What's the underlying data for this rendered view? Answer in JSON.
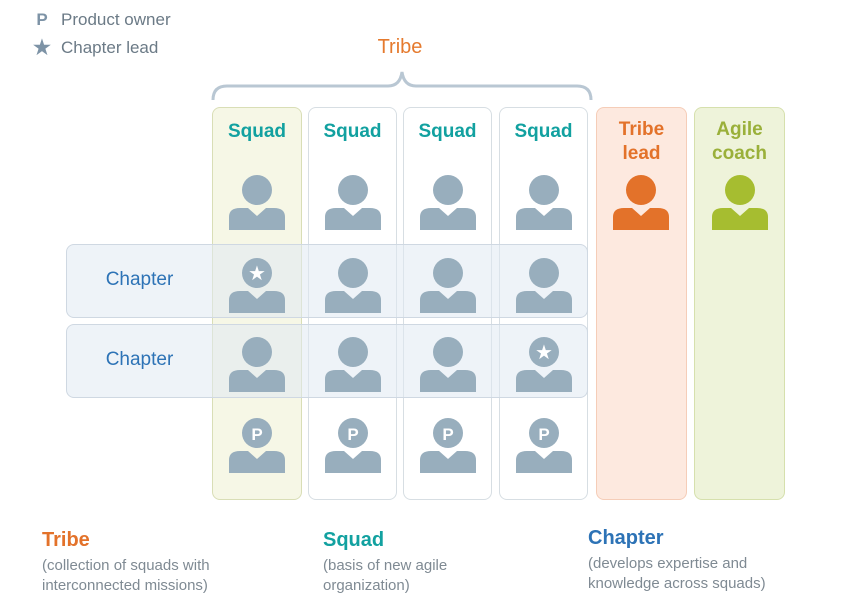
{
  "legend": [
    {
      "symbol": "P",
      "label": "Product owner",
      "icon": "p-letter-icon"
    },
    {
      "symbol": "★",
      "label": "Chapter lead",
      "icon": "star-icon"
    }
  ],
  "tribe_title": "Tribe",
  "squads": [
    "Squad",
    "Squad",
    "Squad",
    "Squad"
  ],
  "tribe_lead": "Tribe\nlead",
  "agile_coach": "Agile\ncoach",
  "chapters": [
    "Chapter",
    "Chapter"
  ],
  "badges": {
    "star": "★",
    "p": "P"
  },
  "colors": {
    "person_gray": "#98aebd",
    "orange": "#e3722a",
    "green": "#a6bd30",
    "teal": "#12a1a0",
    "blue": "#2d73b6"
  },
  "definitions": [
    {
      "title": "Tribe",
      "text": "(collection of squads with\ninterconnected missions)",
      "color": "#e3722a"
    },
    {
      "title": "Squad",
      "text": "(basis of new agile\norganization)",
      "color": "#12a1a0"
    },
    {
      "title": "Chapter",
      "text": "(develops expertise and\nknowledge across squads)",
      "color": "#2d73b6"
    }
  ]
}
